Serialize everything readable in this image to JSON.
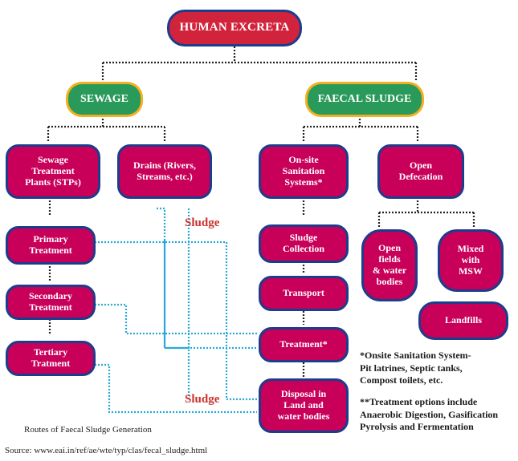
{
  "root": "HUMAN EXCRETA",
  "branches": {
    "sewage": "SEWAGE",
    "faecal_sludge": "FAECAL SLUDGE"
  },
  "sewage_nodes": {
    "stps": "Sewage\nTreatment\nPlants (STPs)",
    "drains": "Drains (Rivers,\nStreams, etc.)",
    "primary": "Primary\nTreatment",
    "secondary": "Secondary\nTreatment",
    "tertiary": "Tertiary\nTratment"
  },
  "faecal_nodes": {
    "onsite": "On-site\nSanitation\nSystems*",
    "open_defecation": "Open\nDefecation",
    "sludge_collection": "Sludge\nCollection",
    "transport": "Transport",
    "treatment": "Treatment*",
    "disposal": "Disposal in\nLand and\nwater bodies",
    "open_fields": "Open\nfields\n& water\nbodies",
    "mixed_msw": "Mixed\nwith\nMSW",
    "landfills": "Landfills"
  },
  "flow_labels": {
    "sludge_top": "Sludge",
    "sludge_bottom": "Sludge"
  },
  "notes": {
    "onsite": "*Onsite Sanitation System-\nPit latrines, Septic tanks,\nCompost toilets, etc.",
    "treatment": "**Treatment options include\nAnaerobic Digestion, Gasification\nPyrolysis and Fermentation"
  },
  "caption": "Routes of Faecal Sludge Generation",
  "source": "Source: www.eai.in/ref/ae/wte/typ/clas/fecal_sludge.html",
  "colors": {
    "node_fill": "#c8005a",
    "node_border": "#1c3c8c",
    "root_fill": "#d2233c",
    "branch_fill": "#2a9a5a",
    "branch_border": "#f2b020",
    "connector": "#222222",
    "sludge_flow": "#29a8d8",
    "sludge_label": "#c8322c"
  }
}
